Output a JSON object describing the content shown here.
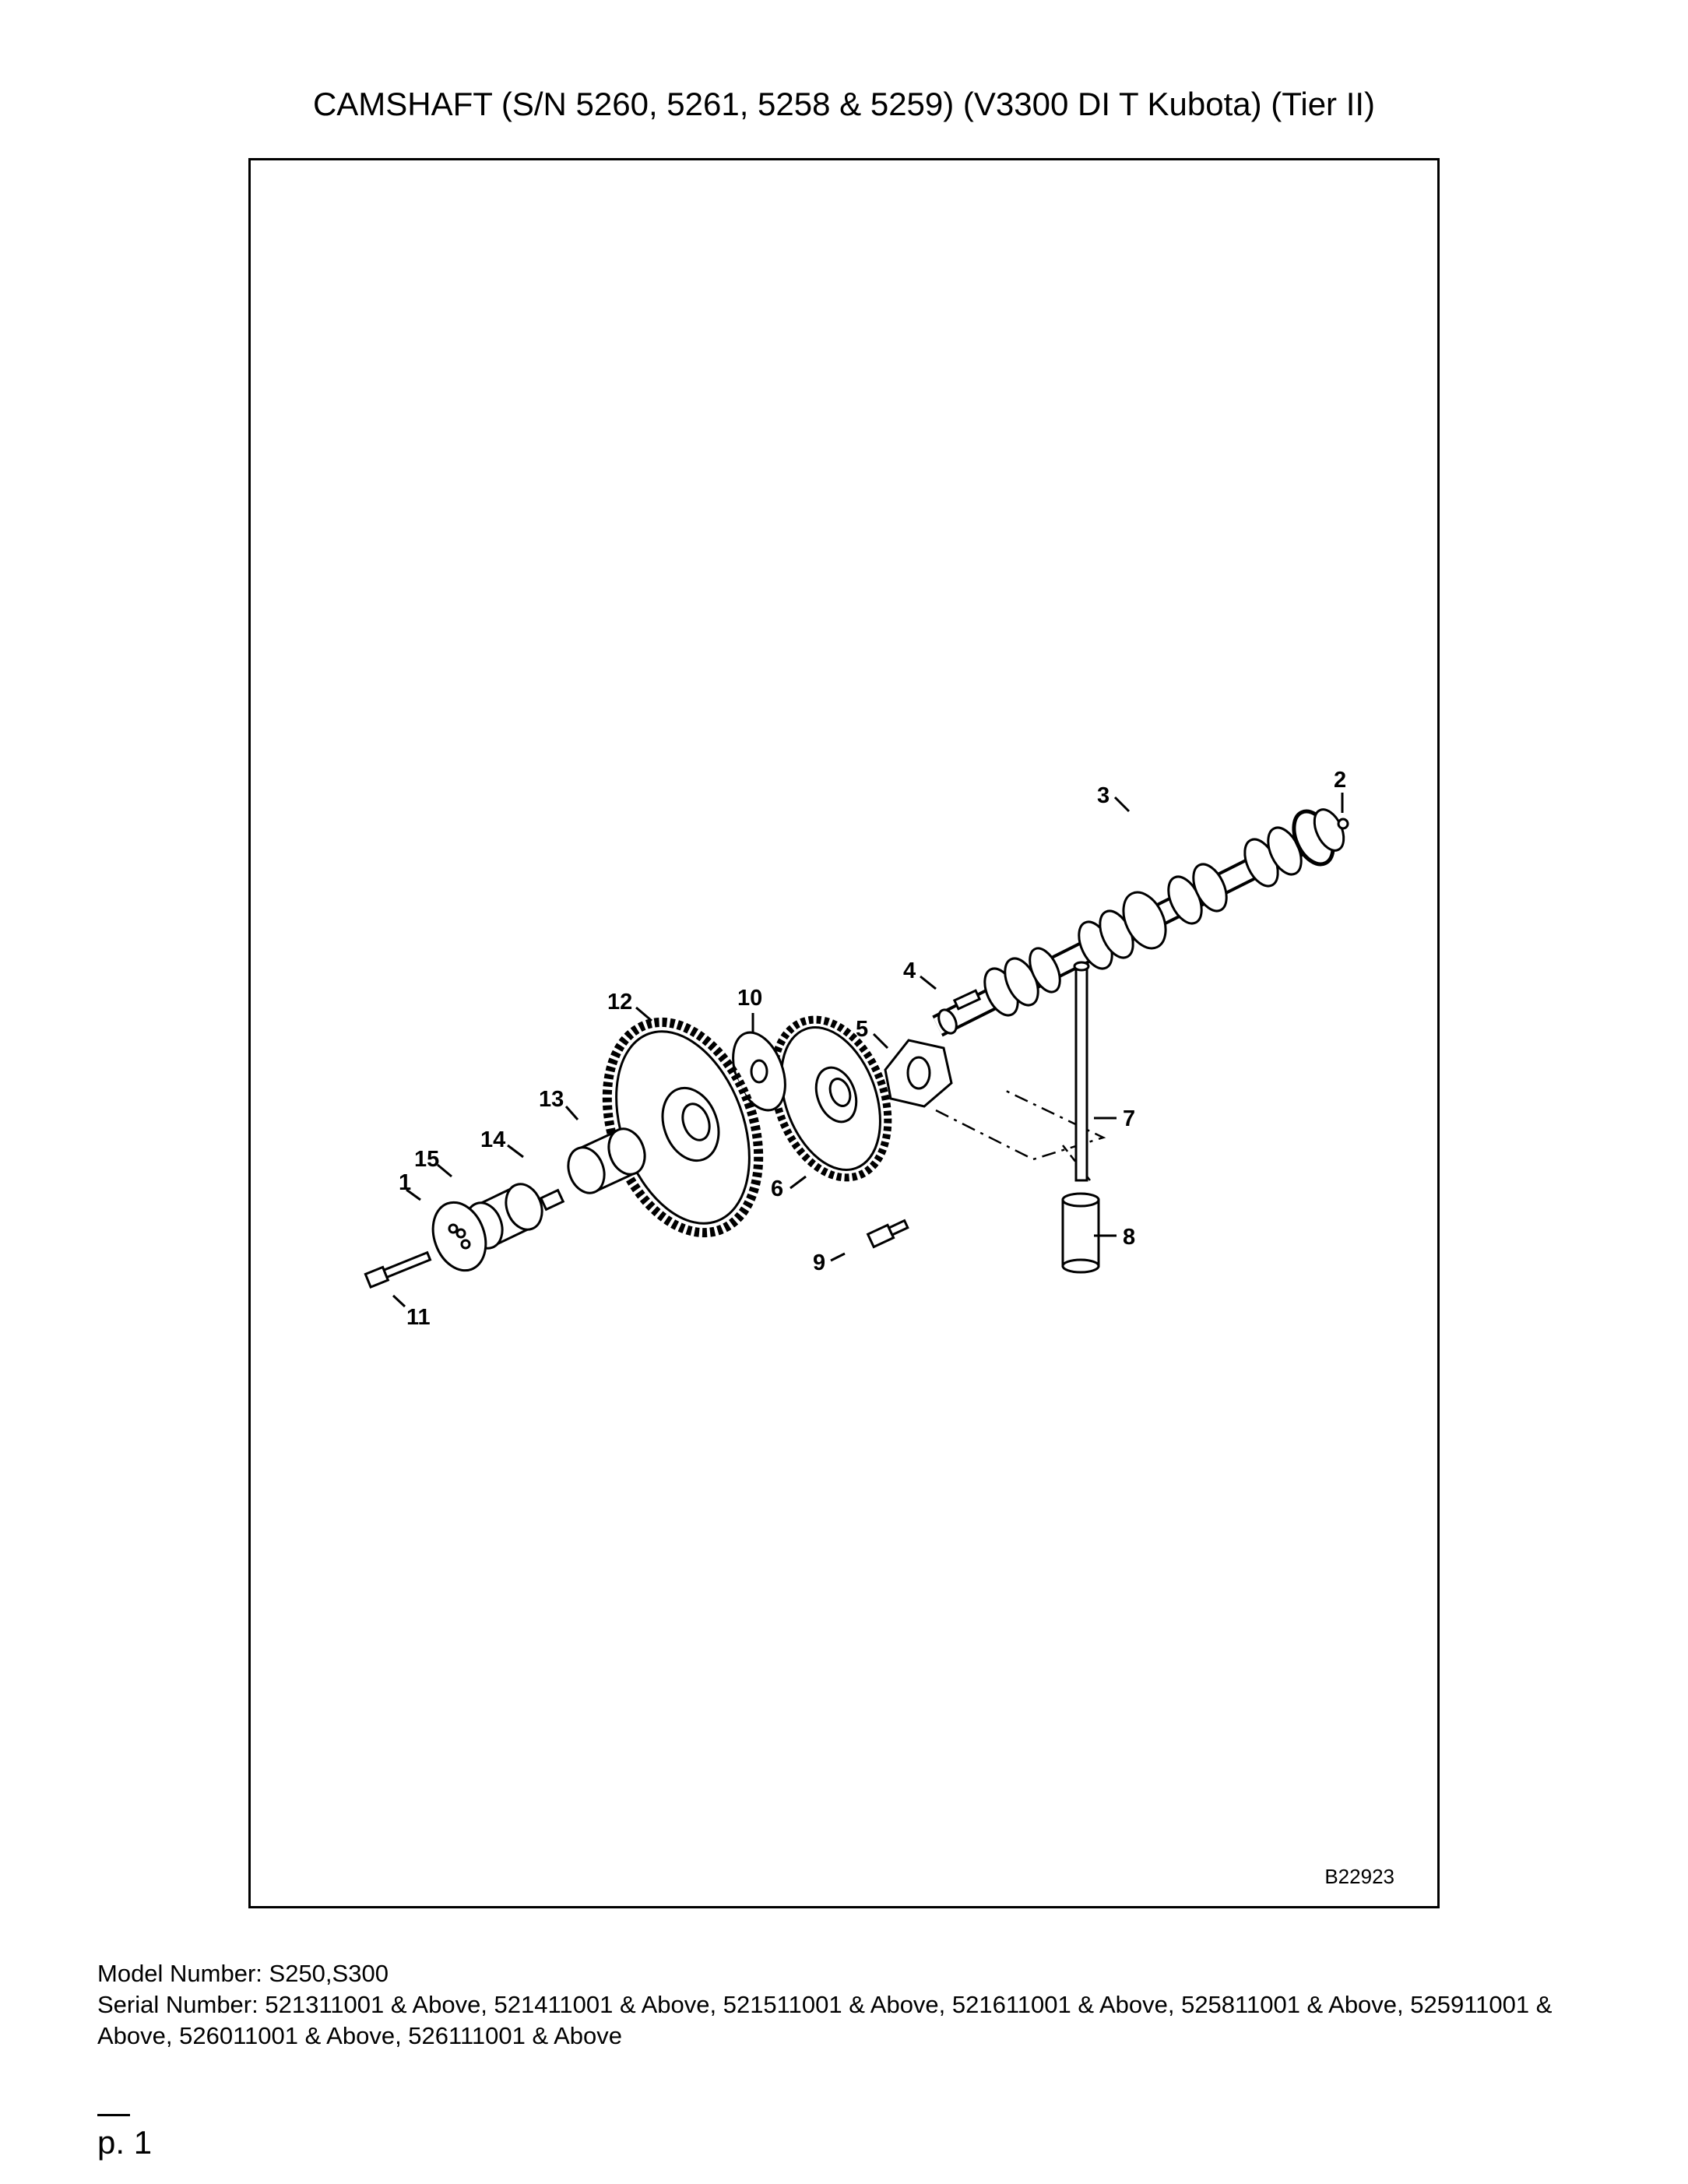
{
  "title": "CAMSHAFT (S/N 5260, 5261, 5258 & 5259) (V3300 DI T Kubota) (Tier II)",
  "diagram": {
    "figure_code": "B22923",
    "callouts": [
      "1",
      "2",
      "3",
      "4",
      "5",
      "6",
      "7",
      "8",
      "9",
      "10",
      "11",
      "12",
      "13",
      "14",
      "15"
    ]
  },
  "footer": {
    "model_number": "Model Number: S250,S300",
    "serial_number": "Serial Number: 521311001 & Above, 521411001 & Above, 521511001 & Above, 521611001 & Above, 525811001 & Above, 525911001 & Above, 526011001 & Above, 526111001 & Above",
    "page_label": "p. 1"
  }
}
